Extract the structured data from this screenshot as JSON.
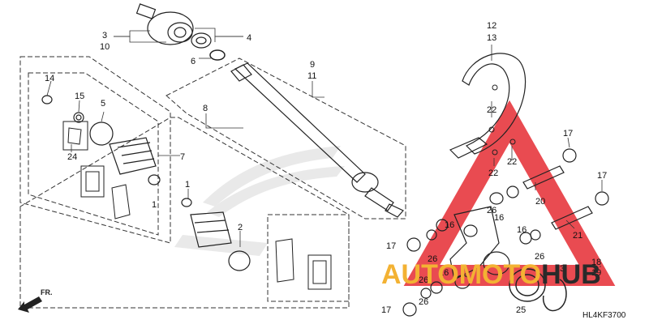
{
  "diagram": {
    "part_code": "HL4KF3700",
    "front_indicator": "FR.",
    "watermark": {
      "part1": "AUTO",
      "part2": "MOTO",
      "part3": "HUB",
      "color_orange": "#f3b233",
      "color_dark": "#2a2a2a",
      "triangle_color": "#e41e26"
    },
    "callouts": {
      "c1": "3",
      "c2": "10",
      "c3": "4",
      "c4": "6",
      "c5": "14",
      "c6": "15",
      "c7": "5",
      "c8": "24",
      "c9": "7",
      "c10": "1",
      "c11": "8",
      "c12": "9",
      "c13": "11",
      "c14": "1",
      "c15": "2",
      "c16": "12",
      "c17": "13",
      "c18": "22",
      "c19": "22",
      "c20": "22",
      "c21": "17",
      "c22": "17",
      "c23": "26",
      "c24": "16",
      "c25": "20",
      "c26": "16",
      "c27": "21",
      "c28": "17",
      "c29": "26",
      "c30": "26",
      "c31": "16",
      "c32": "16",
      "c33": "26",
      "c34": "26",
      "c35": "23",
      "c36": "18",
      "c37": "19",
      "c38": "25",
      "c39": "17"
    }
  }
}
